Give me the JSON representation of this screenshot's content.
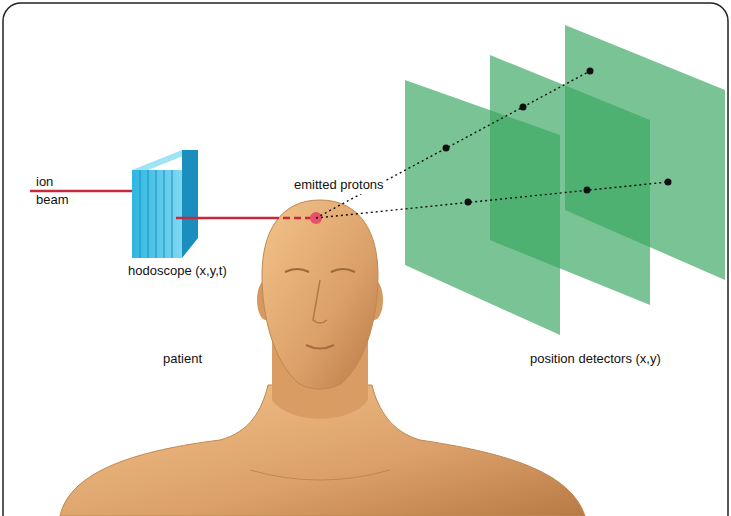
{
  "diagram": {
    "labels": [
      "ion beam",
      "hodoscope (x,y,t)",
      "emitted protons",
      "patient",
      "position detectors (x,y)"
    ]
  }
}
